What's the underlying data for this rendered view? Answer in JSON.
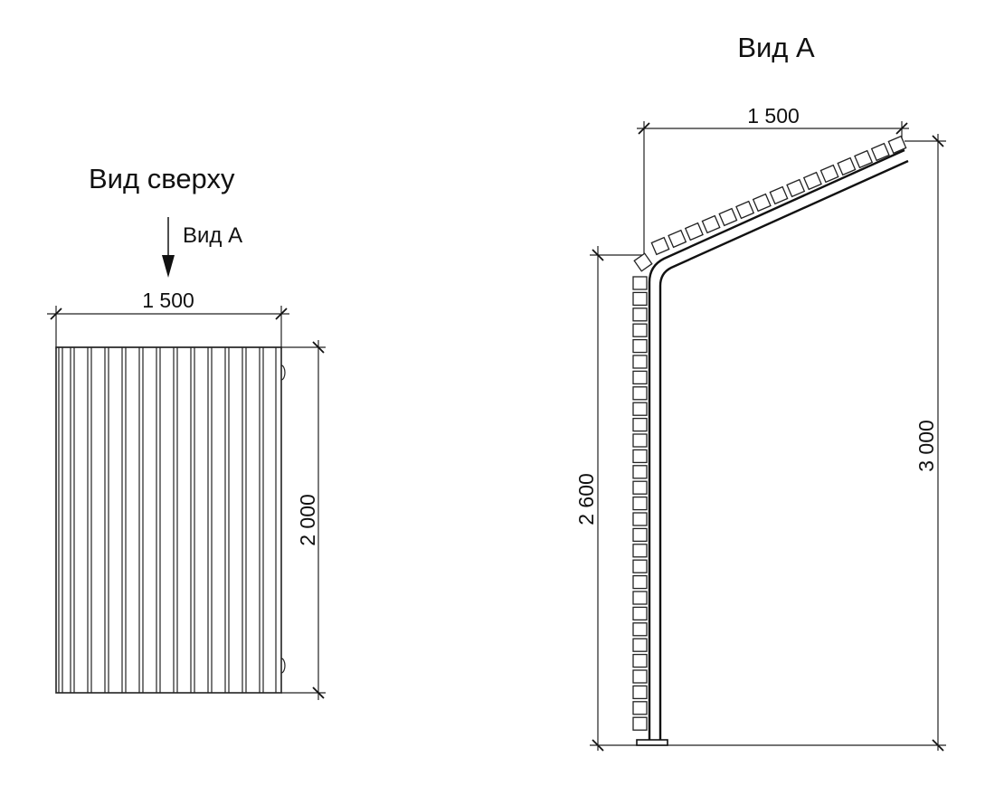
{
  "views": {
    "top_view": {
      "title": "Вид сверху",
      "arrow_label": "Вид А",
      "dim_width": "1 500",
      "dim_length": "2 000"
    },
    "side_view": {
      "title": "Вид А",
      "dim_width": "1 500",
      "dim_height_low": "2 600",
      "dim_height_high": "3 000"
    }
  },
  "colors": {
    "line": "#222222",
    "background": "#ffffff"
  }
}
